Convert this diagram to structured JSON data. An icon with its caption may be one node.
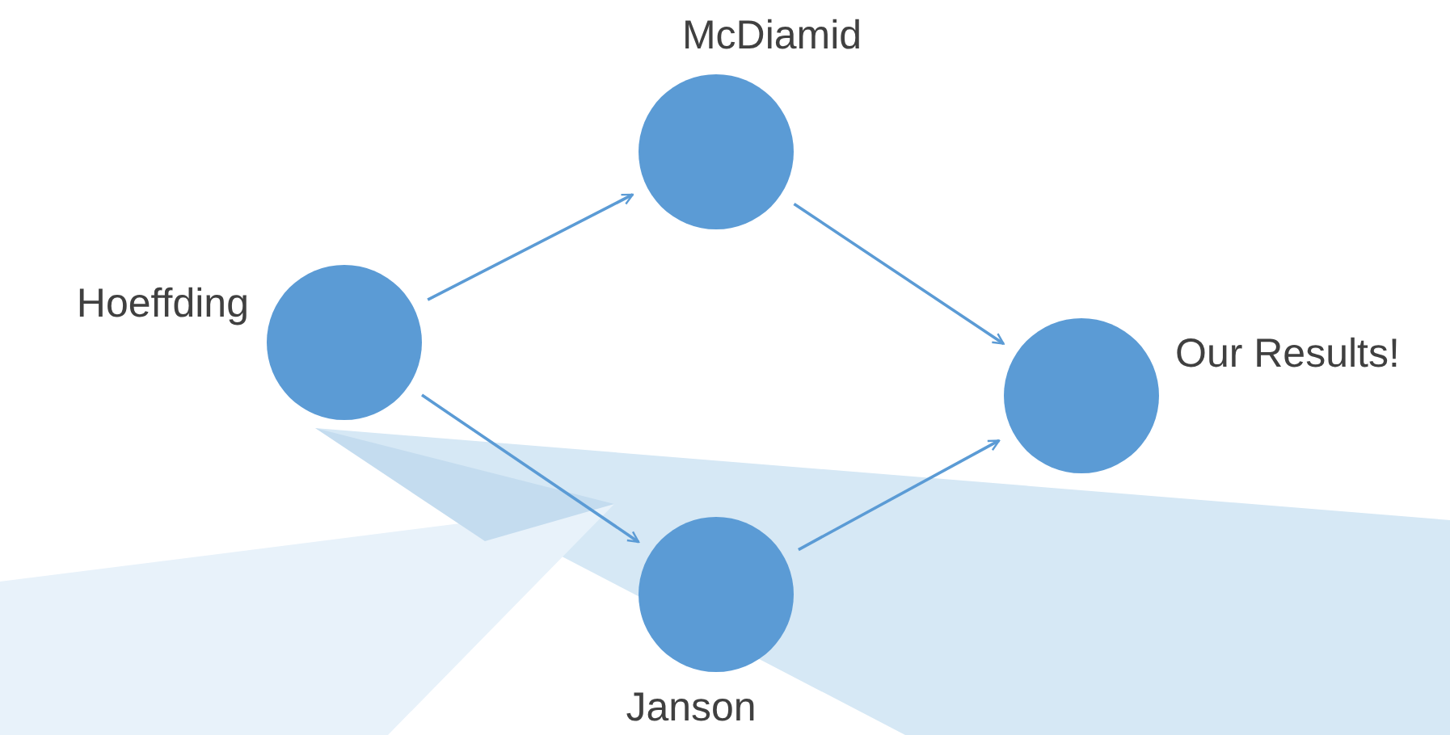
{
  "diagram": {
    "nodes": [
      {
        "text": [
          "Hoeffding"
        ]
      },
      {
        "text": [
          "McDiamid"
        ]
      },
      {
        "text": [
          "Janson"
        ]
      },
      {
        "text": [
          "Our Results!"
        ]
      }
    ],
    "edges": [
      {
        "from": 0,
        "to": 1,
        "arrow": "to"
      },
      {
        "from": 0,
        "to": 2,
        "arrow": "to"
      },
      {
        "from": 1,
        "to": 3,
        "arrow": "to"
      },
      {
        "from": 2,
        "to": 3,
        "arrow": "to"
      }
    ]
  }
}
